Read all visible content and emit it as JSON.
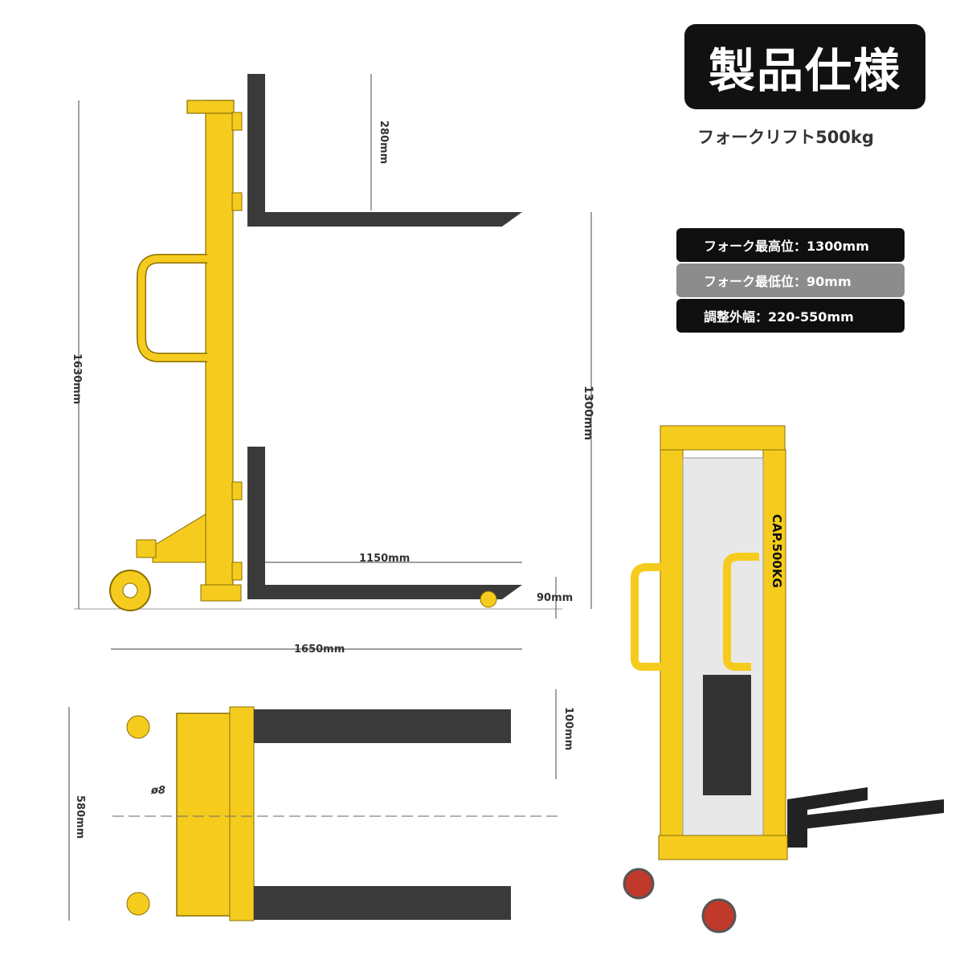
{
  "title": "製品仕様",
  "subtitle": "フォークリフト500kg",
  "specs": [
    {
      "label": "フォーク最高位：1300mm",
      "style": "dark"
    },
    {
      "label": "フォーク最低位：90mm",
      "style": "grey"
    },
    {
      "label": "調整外幅：220-550mm",
      "style": "dark"
    }
  ],
  "dimensions": {
    "total_height": "1630mm",
    "fork_height": "280mm",
    "max_lift": "1300mm",
    "fork_length": "1150mm",
    "min_fork": "90mm",
    "total_length": "1650mm",
    "fork_width": "100mm",
    "outer_width": "580mm",
    "hole": "ø8"
  },
  "product_label": "CAP.500KG",
  "colors": {
    "frame": "#f5cc1e",
    "fork": "#3a3a3a",
    "wheel": "#c0392b",
    "dark_box": "#111111"
  }
}
